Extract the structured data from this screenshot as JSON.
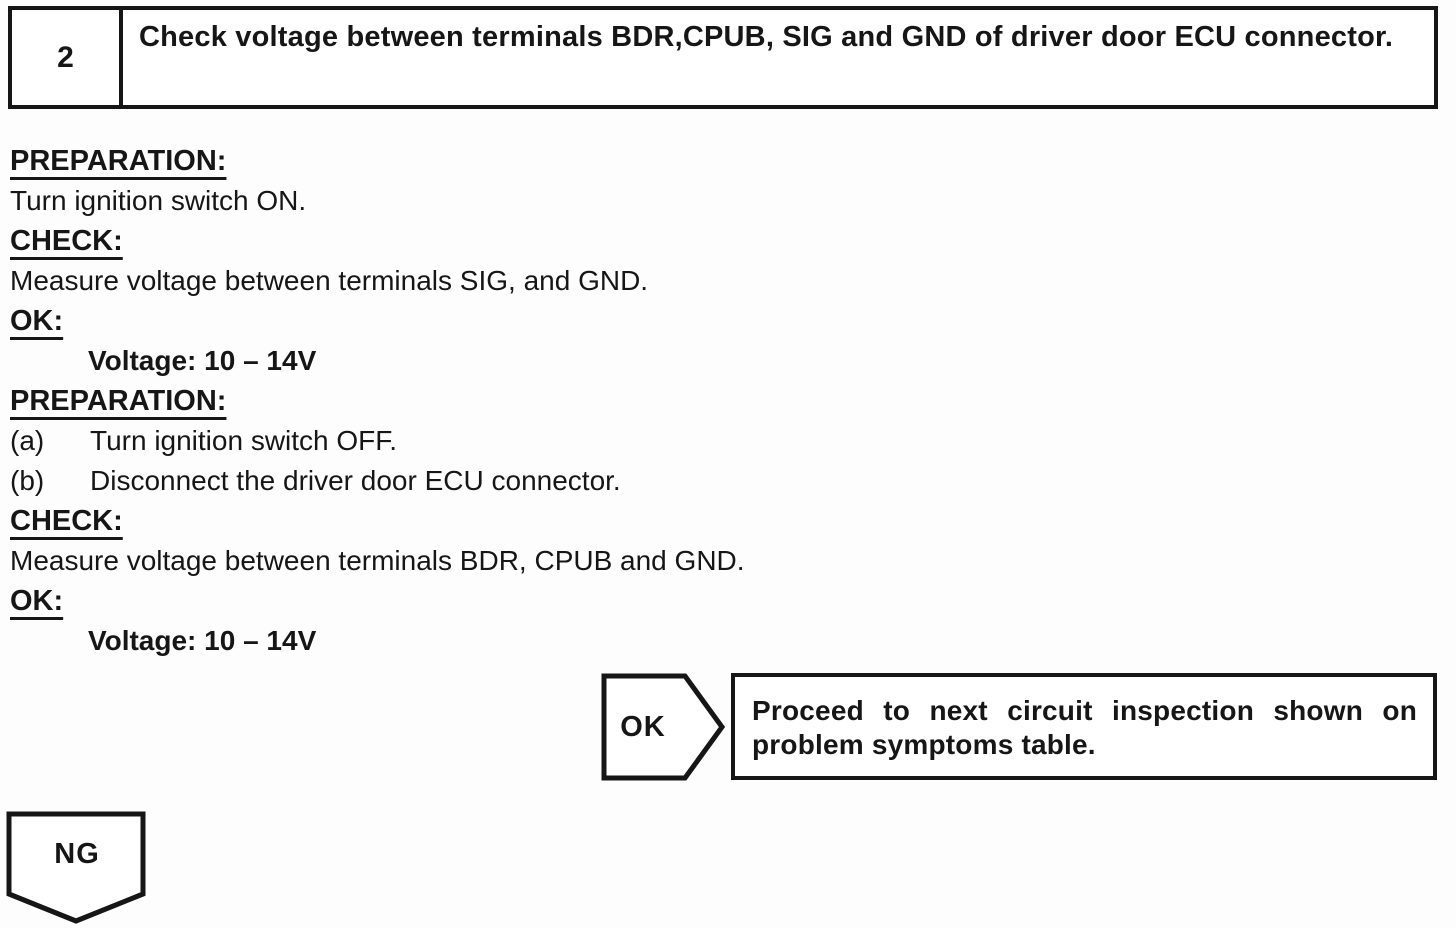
{
  "ink_color": "#161616",
  "background_color": "#fdfdfd",
  "step": {
    "number": "2",
    "title": "Check voltage between terminals BDR,CPUB, SIG and GND of driver door ECU connector."
  },
  "procedure": [
    {
      "style": "heading",
      "text": "PREPARATION:"
    },
    {
      "style": "body",
      "text": "Turn ignition switch ON."
    },
    {
      "style": "heading",
      "text": "CHECK:"
    },
    {
      "style": "body",
      "text": "Measure voltage between terminals SIG, and GND."
    },
    {
      "style": "heading",
      "text": "OK:"
    },
    {
      "style": "value",
      "text": "Voltage: 10 – 14V"
    },
    {
      "style": "heading",
      "text": "PREPARATION:"
    },
    {
      "style": "list",
      "marker": "(a)",
      "text": "Turn ignition switch OFF."
    },
    {
      "style": "list",
      "marker": "(b)",
      "text": "Disconnect the driver door ECU connector."
    },
    {
      "style": "heading",
      "text": "CHECK:"
    },
    {
      "style": "body",
      "text": "Measure voltage between terminals BDR, CPUB and GND."
    },
    {
      "style": "heading",
      "text": "OK:"
    },
    {
      "style": "value",
      "text": "Voltage: 10 – 14V"
    }
  ],
  "ok_branch": {
    "label": "OK",
    "action_lines": [
      "Proceed to next circuit inspection shown on",
      "problem symptoms table."
    ]
  },
  "ng_branch": {
    "label": "NG"
  }
}
